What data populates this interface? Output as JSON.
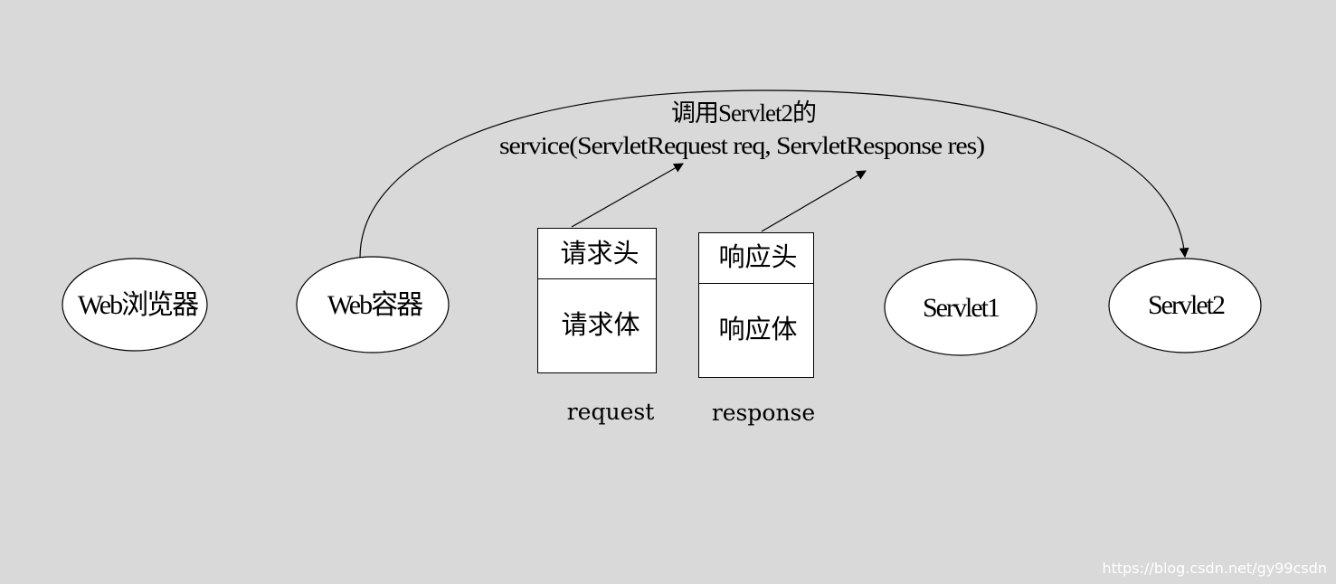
{
  "nodes": {
    "browser": "Web浏览器",
    "container": "Web容器",
    "servlet1": "Servlet1",
    "servlet2": "Servlet2"
  },
  "request_box": {
    "header": "请求头",
    "body": "请求体",
    "caption": "request"
  },
  "response_box": {
    "header": "响应头",
    "body": "响应体",
    "caption": "response"
  },
  "call_label": {
    "line1": "调用Servlet2的",
    "line2": "service(ServletRequest req, ServletResponse res)"
  },
  "watermark": "https://blog.csdn.net/gy99csdn"
}
